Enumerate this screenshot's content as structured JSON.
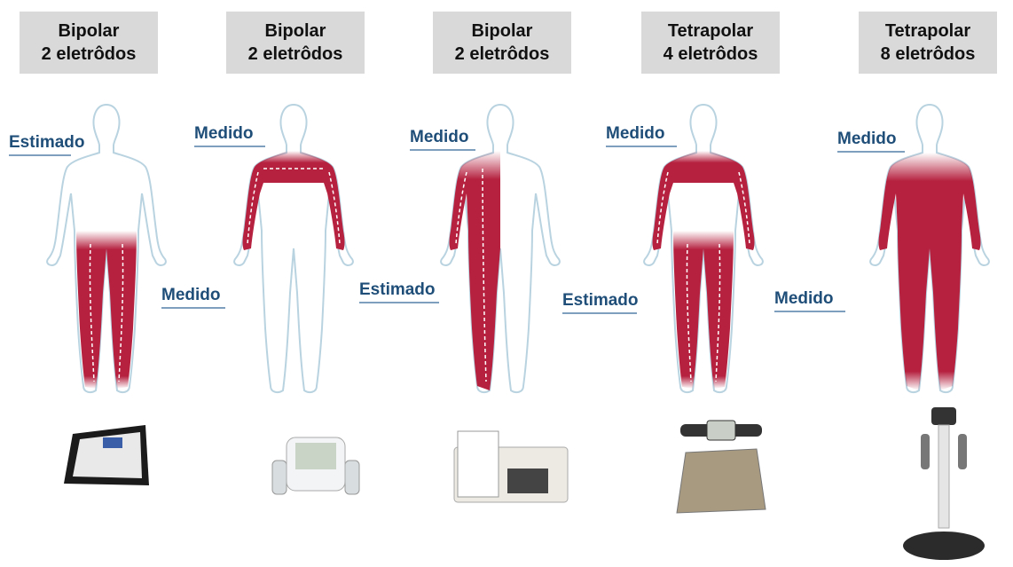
{
  "columns": [
    {
      "type": "Bipolar",
      "electrodes": "2 eletrôdos",
      "labels": [
        "Estimado",
        "Medido"
      ],
      "measured_region": "legs",
      "device_icon": "bathroom-scale-icon"
    },
    {
      "type": "Bipolar",
      "electrodes": "2 eletrôdos",
      "labels": [
        "Medido",
        "Estimado"
      ],
      "measured_region": "arms",
      "device_icon": "handheld-analyzer-icon"
    },
    {
      "type": "Bipolar",
      "electrodes": "2 eletrôdos",
      "labels": [
        "Medido",
        "Estimado"
      ],
      "measured_region": "right-side",
      "device_icon": "desktop-analyzer-icon"
    },
    {
      "type": "Tetrapolar",
      "electrodes": "4 eletrôdos",
      "labels": [
        "Medido",
        "Medido"
      ],
      "measured_region": "arms-and-legs",
      "device_icon": "scale-with-handles-icon"
    },
    {
      "type": "Tetrapolar",
      "electrodes": "8 eletrôdos",
      "labels": [
        "Medido"
      ],
      "measured_region": "whole-body",
      "device_icon": "standing-analyzer-icon"
    }
  ],
  "colors": {
    "measured": "#b5213f",
    "outline": "#b9d3e0",
    "label": "#1f4e79",
    "header_bg": "#d9d9d9"
  }
}
